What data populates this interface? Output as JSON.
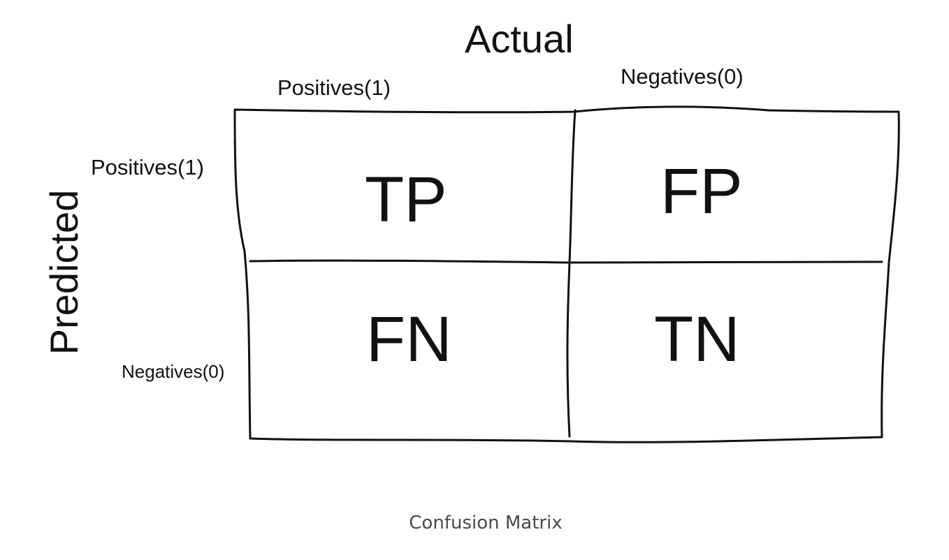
{
  "diagram": {
    "top_axis_title": "Actual",
    "side_axis_title": "Predicted",
    "columns": [
      "Positives(1)",
      "Negatives(0)"
    ],
    "rows": [
      "Positives(1)",
      "Negatives(0)"
    ],
    "cells": {
      "top_left": "TP",
      "top_right": "FP",
      "bottom_left": "FN",
      "bottom_right": "TN"
    },
    "caption": "Confusion Matrix"
  },
  "colors": {
    "ink": "#111111",
    "caption": "#4a4a4a",
    "background": "#ffffff"
  }
}
